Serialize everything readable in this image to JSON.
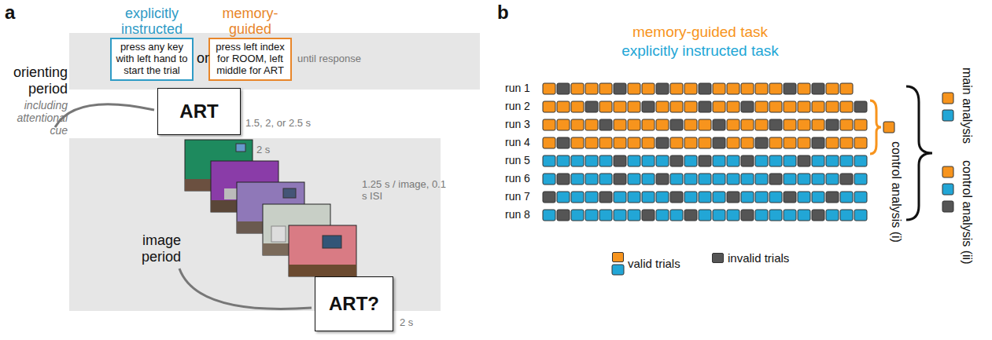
{
  "diagram": {
    "nodes": [
      {
        "text": [
          "explicitly instructed",
          "press any key with left hand to start the trial"
        ]
      },
      {
        "text": [
          "memory-guided",
          "press left index for ROOM, left middle for ART"
        ]
      },
      {
        "text": [
          "ART"
        ]
      },
      {
        "text": [
          "ART?"
        ]
      }
    ],
    "labels": [
      "a",
      "b",
      "or",
      "until response",
      "orienting period",
      "including attentional cue",
      "1.5, 2, or 2.5 s",
      "2 s",
      "1.25 s / image, 0.1 s ISI",
      "image period",
      "2 s",
      "memory-guided task",
      "explicitly instructed task",
      "run 1",
      "run 2",
      "run 3",
      "run 4",
      "run 5",
      "run 6",
      "run 7",
      "run 8",
      "main analysis",
      "control analysis (i)",
      "control analysis (ii)"
    ],
    "legend": [
      {
        "text": "valid trials",
        "color": "#f7941d"
      },
      {
        "text": "invalid trials",
        "color": "#555555"
      }
    ]
  }
}
